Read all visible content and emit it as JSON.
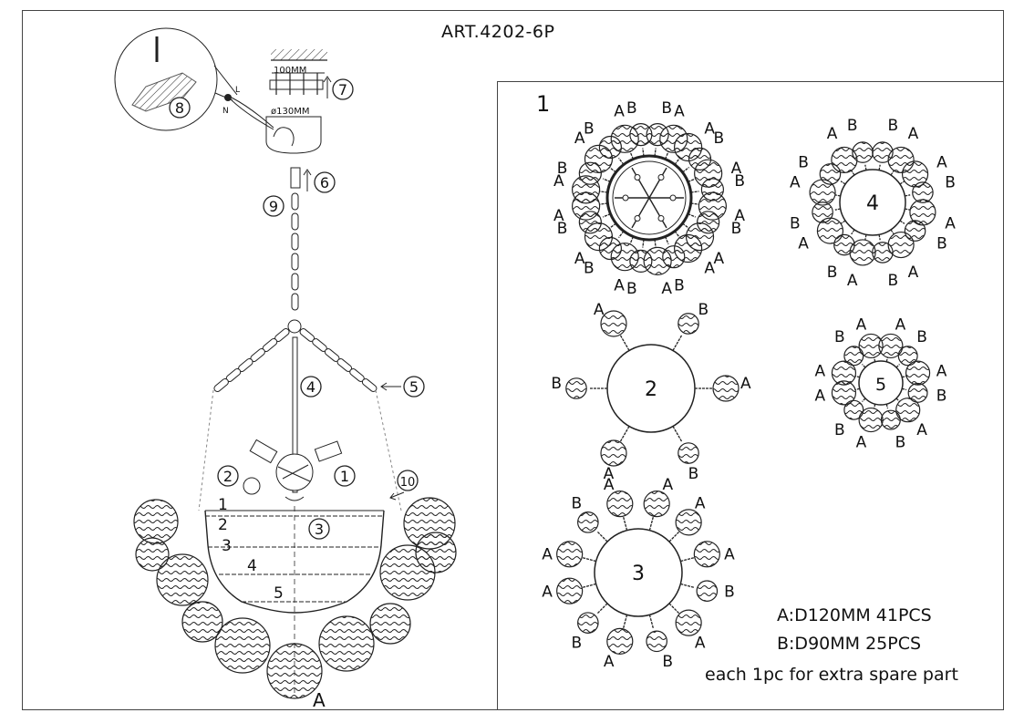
{
  "title": "ART.4202-6P",
  "left": {
    "dims": {
      "top": "100MM",
      "bottom": "ø130MM"
    },
    "wire_labels": [
      "L",
      "N"
    ],
    "steps": [
      "1",
      "2",
      "3",
      "4",
      "5",
      "6",
      "7",
      "8",
      "9",
      "10"
    ],
    "tier_labels": [
      "1",
      "2",
      "3",
      "4",
      "5"
    ],
    "bottom_label": "A"
  },
  "right": {
    "panel_number": "1",
    "tiers": [
      {
        "number": "1",
        "labels": [
          "B",
          "A",
          "A",
          "B",
          "A",
          "B",
          "A",
          "B",
          "A",
          "A",
          "B",
          "A",
          "B",
          "A",
          "B",
          "A",
          "B",
          "A",
          "A",
          "B",
          "A",
          "B",
          "A",
          "B"
        ]
      },
      {
        "number": "2",
        "labels": [
          "B",
          "A",
          "B",
          "A",
          "B",
          "A"
        ]
      },
      {
        "number": "3",
        "labels": [
          "A",
          "A",
          "A",
          "B",
          "A",
          "B",
          "A",
          "B",
          "A",
          "A",
          "B",
          "A"
        ]
      },
      {
        "number": "4",
        "labels": [
          "B",
          "A",
          "A",
          "B",
          "A",
          "B",
          "A",
          "B",
          "A",
          "B",
          "A",
          "B",
          "A",
          "B",
          "A",
          "B"
        ]
      },
      {
        "number": "5",
        "labels": [
          "A",
          "B",
          "A",
          "B",
          "A",
          "B",
          "A",
          "B",
          "A",
          "A",
          "B",
          "A"
        ]
      }
    ],
    "legend": [
      "A:D120MM  41PCS",
      "B:D90MM   25PCS",
      "each 1pc for extra spare part"
    ]
  }
}
